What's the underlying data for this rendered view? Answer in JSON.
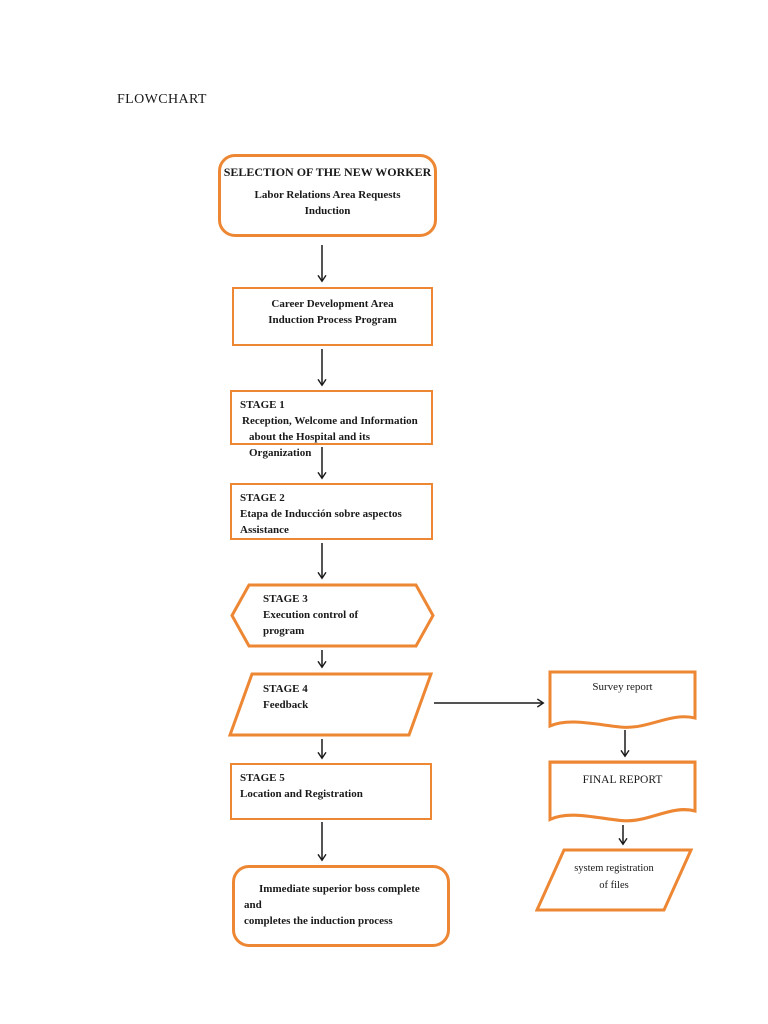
{
  "title": "FLOWCHART",
  "colors": {
    "accent": "#ED8733",
    "arrow": "#1a1a1a",
    "text": "#1a1a1a",
    "background": "#ffffff"
  },
  "nodes": {
    "start": {
      "shape": "rounded-rectangle",
      "heading": "SELECTION OF THE NEW WORKER",
      "line1": "Labor Relations Area Requests",
      "line2": "Induction"
    },
    "program": {
      "shape": "rectangle",
      "line1": "Career Development Area",
      "line2": "Induction Process Program"
    },
    "stage1": {
      "shape": "rectangle",
      "heading": "STAGE 1",
      "line1": "Reception, Welcome and Information",
      "line2": "about the Hospital and its Organization"
    },
    "stage2": {
      "shape": "rectangle",
      "heading": "STAGE 2",
      "line1": "Etapa de Inducción sobre aspectos",
      "line2": "Assistance"
    },
    "stage3": {
      "shape": "hexagon",
      "heading": "STAGE 3",
      "line1": "Execution control of",
      "line2": "program"
    },
    "stage4": {
      "shape": "parallelogram",
      "heading": "STAGE 4",
      "line1": "Feedback"
    },
    "stage5": {
      "shape": "rectangle",
      "heading": "STAGE 5",
      "line1": "Location and Registration"
    },
    "end": {
      "shape": "rounded-rectangle",
      "line1": "Immediate superior boss complete and",
      "line2": "completes the induction process"
    },
    "survey": {
      "shape": "document",
      "label": "Survey report"
    },
    "final_report": {
      "shape": "document",
      "label": "FINAL REPORT"
    },
    "registration": {
      "shape": "parallelogram",
      "line1": "system registration",
      "line2": "of files"
    }
  }
}
